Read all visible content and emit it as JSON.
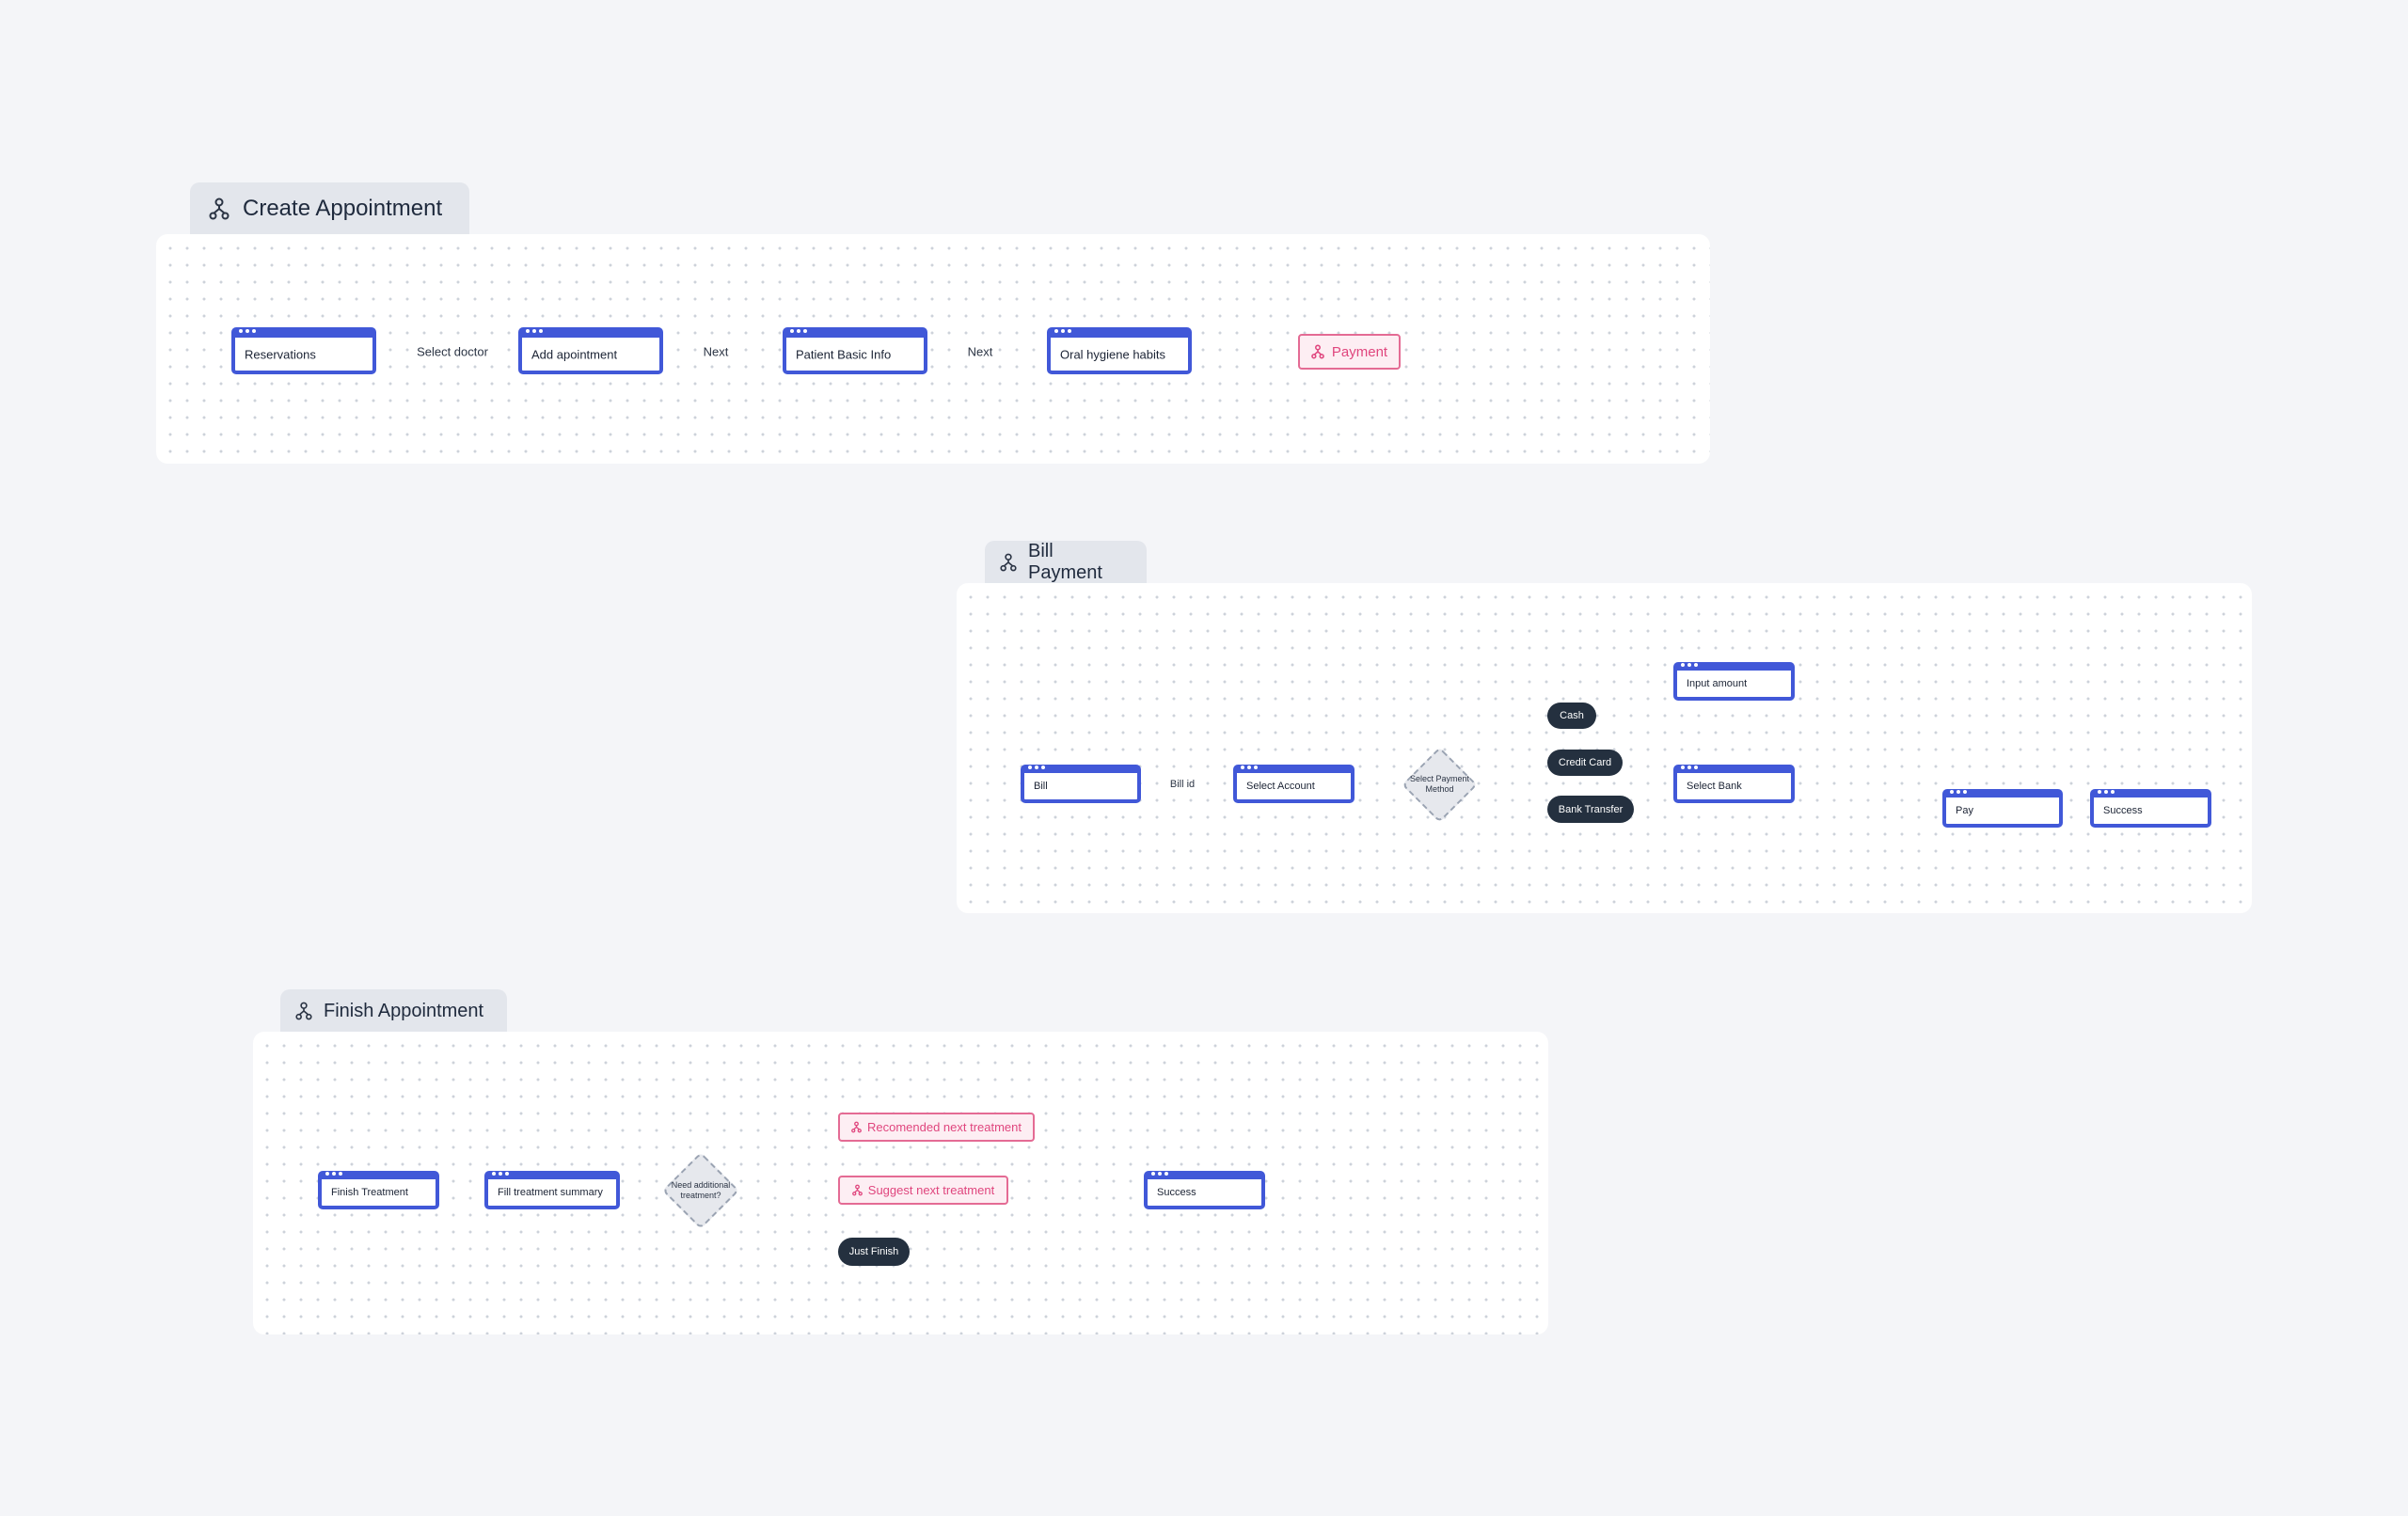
{
  "colors": {
    "node_border": "#4158d8",
    "subflow": "#e0467e",
    "pill": "#24303f",
    "edge": "#c8ccd4"
  },
  "create": {
    "title": "Create Appointment",
    "nodes": [
      "Reservations",
      "Add apointment",
      "Patient Basic Info",
      "Oral hygiene habits"
    ],
    "subflow": "Payment",
    "edges": [
      "Select doctor",
      "Next",
      "Next"
    ]
  },
  "bill": {
    "title": "Bill Payment",
    "nodes": {
      "bill": "Bill",
      "select_account": "Select Account",
      "input_amount": "Input amount",
      "select_bank": "Select Bank",
      "pay": "Pay",
      "success": "Success"
    },
    "edge_bill_id": "Bill id",
    "decision": "Select Payment Method",
    "methods": [
      "Cash",
      "Credit Card",
      "Bank Transfer"
    ]
  },
  "finish": {
    "title": "Finish Appointment",
    "nodes": {
      "finish": "Finish Treatment",
      "fill": "Fill treatment summary",
      "success": "Success"
    },
    "decision": "Need additional treatment?",
    "subflows": [
      "Recomended next treatment",
      "Suggest next treatment"
    ],
    "just_finish": "Just Finish"
  }
}
